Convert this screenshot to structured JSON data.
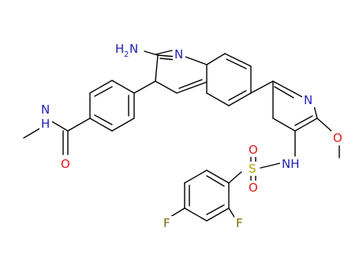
{
  "molecule": {
    "colors": {
      "bond": "#000000",
      "nitrogen": "#1f1fb4",
      "oxygen": "#e41a1c",
      "sulfur": "#b8a000",
      "fluorine": "#7a6a00",
      "hydrogen": "#1f1fb4"
    },
    "atoms": [
      {
        "id": "nh2",
        "text": "H",
        "sub": "2",
        "tail": "N",
        "element": "N"
      },
      {
        "id": "n-quinoline",
        "text": "N",
        "element": "N"
      },
      {
        "id": "n-pyridine",
        "text": "N",
        "element": "N"
      },
      {
        "id": "nh-amide",
        "text": "N",
        "line2": "H",
        "element": "N"
      },
      {
        "id": "o-amide",
        "text": "O",
        "element": "O"
      },
      {
        "id": "o-methoxy",
        "text": "O",
        "element": "O"
      },
      {
        "id": "s-sulfonyl",
        "text": "S",
        "element": "S"
      },
      {
        "id": "o-sulfonyl-1",
        "text": "O",
        "element": "O"
      },
      {
        "id": "o-sulfonyl-2",
        "text": "O",
        "element": "O"
      },
      {
        "id": "nh-sulfonamide",
        "text": "NH",
        "element": "N"
      },
      {
        "id": "f-para",
        "text": "F",
        "element": "F"
      },
      {
        "id": "f-ortho",
        "text": "F",
        "element": "F"
      }
    ]
  }
}
